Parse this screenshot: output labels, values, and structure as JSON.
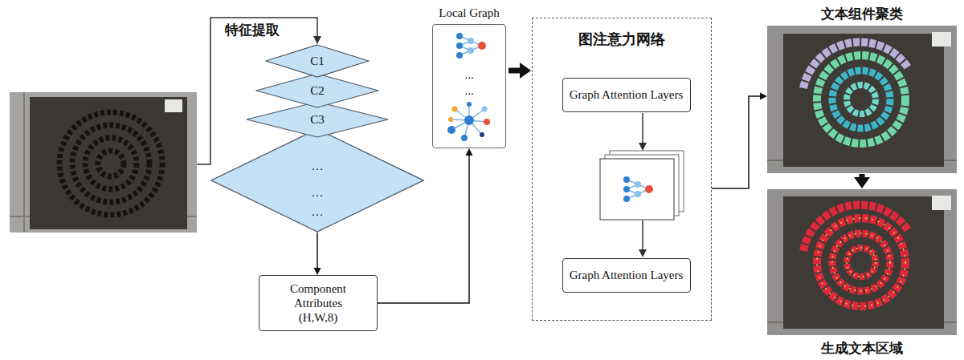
{
  "diagram": {
    "nodes": [
      {
        "text": [
          "C1"
        ]
      },
      {
        "text": [
          "C2"
        ]
      },
      {
        "text": [
          "C3"
        ]
      },
      {
        "text": [
          "···",
          "···",
          "···"
        ]
      },
      {
        "text": [
          "Component Attributes (H,W,8)"
        ]
      },
      {
        "text": [
          "Local Graph",
          "...",
          "..."
        ]
      },
      {
        "text": [
          "图注意力网络"
        ]
      },
      {
        "text": [
          "Graph Attention Layers"
        ],
        "in": 6
      },
      {
        "text": [
          "Graph Attention Layers"
        ],
        "in": 6
      },
      {
        "text": [
          "文本组件聚类"
        ]
      },
      {
        "text": [
          "生成文本区域"
        ]
      }
    ],
    "edges": [
      {
        "from": 3,
        "to": 4,
        "arrow": "to"
      },
      {
        "from": 4,
        "to": 5,
        "arrow": "to"
      },
      {
        "from": 5,
        "to": 6,
        "arrow": "to"
      },
      {
        "from": 6,
        "to": 9,
        "arrow": "to"
      },
      {
        "from": 9,
        "to": 10,
        "arrow": "to"
      }
    ],
    "labels": [
      "特征提取"
    ]
  }
}
